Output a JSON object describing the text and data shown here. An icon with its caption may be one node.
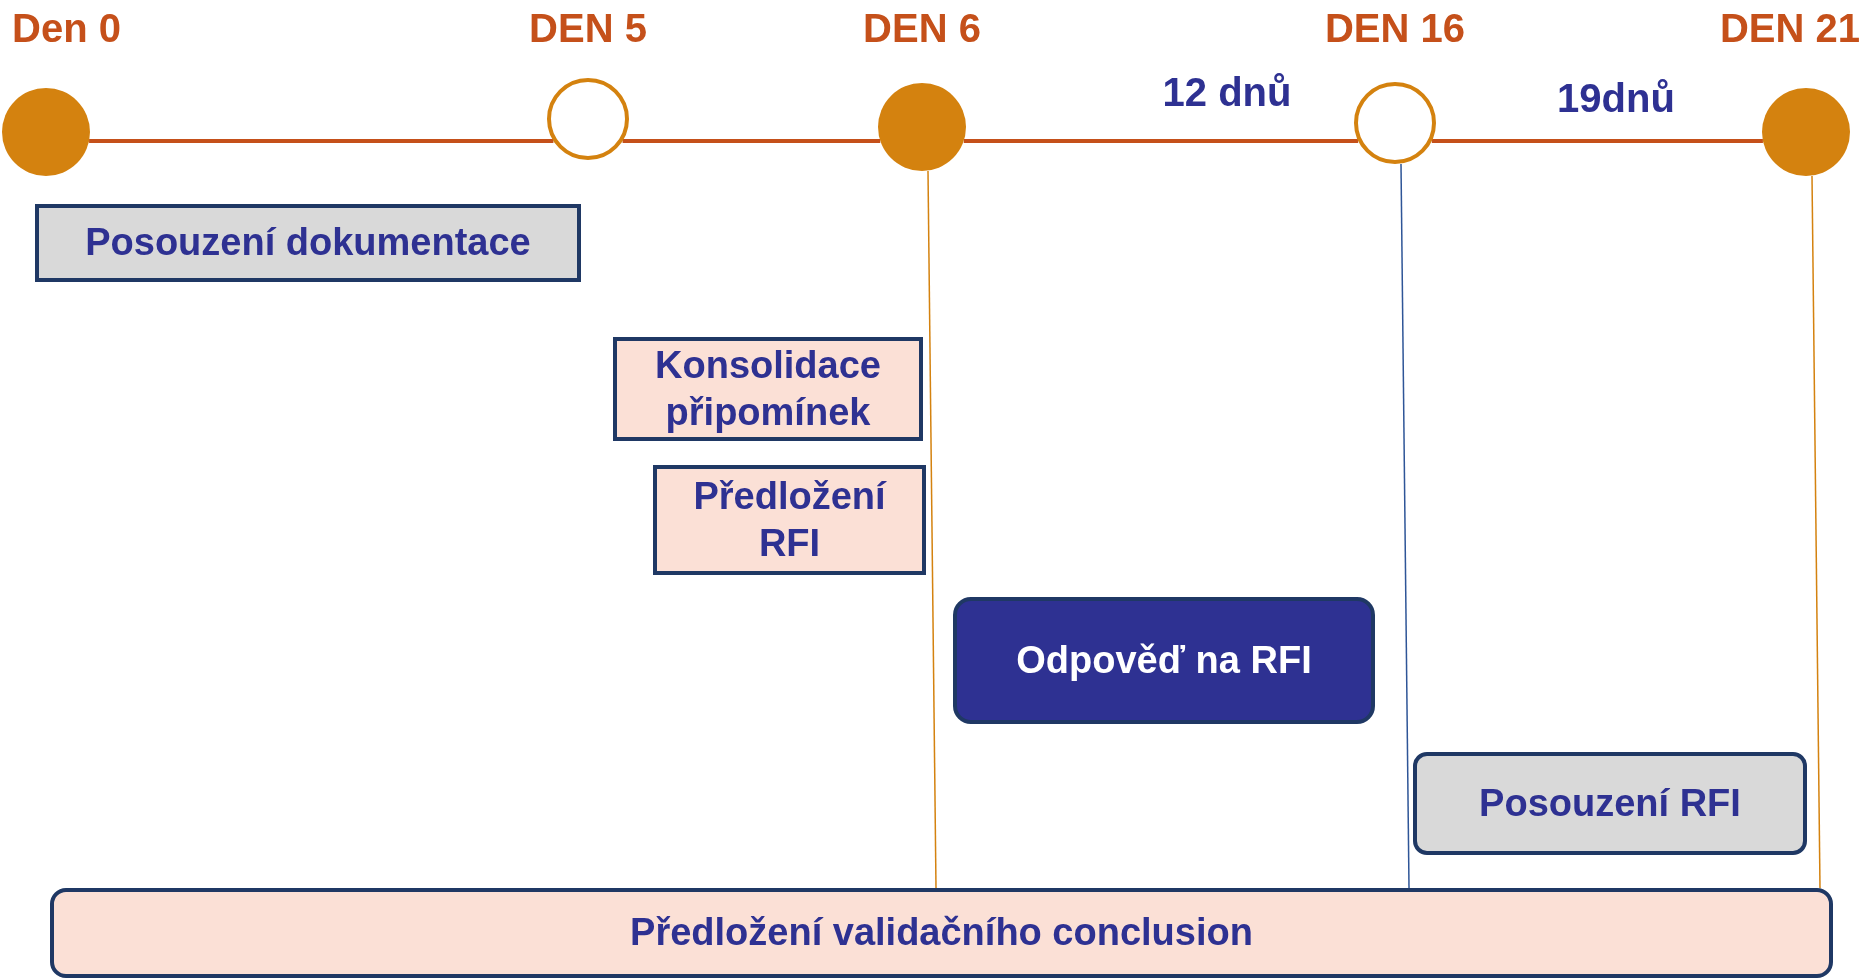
{
  "diagram": {
    "nodes": [
      {
        "text": [
          "Den 0"
        ]
      },
      {
        "text": [
          "DEN 5"
        ]
      },
      {
        "text": [
          "DEN 6"
        ]
      },
      {
        "text": [
          "DEN 16"
        ]
      },
      {
        "text": [
          "DEN 21"
        ]
      },
      {
        "text": [
          "Posouzení dokumentace"
        ]
      },
      {
        "text": [
          "Konsolidace připomínek"
        ]
      },
      {
        "text": [
          "Předložení RFI"
        ]
      },
      {
        "text": [
          "Odpověď na RFI"
        ]
      },
      {
        "text": [
          "Posouzení RFI"
        ]
      },
      {
        "text": [
          "Předložení validačního conclusion"
        ]
      }
    ],
    "edges": [
      {
        "from": 0,
        "to": 1,
        "arrow": "none"
      },
      {
        "from": 1,
        "to": 2,
        "arrow": "none"
      },
      {
        "from": 2,
        "to": 3,
        "arrow": "none",
        "label": "12 dnů"
      },
      {
        "from": 3,
        "to": 4,
        "arrow": "none",
        "label": "19dnů"
      },
      {
        "from": 2,
        "to": 10,
        "arrow": "none",
        "color": "#d4820f"
      },
      {
        "from": 3,
        "to": 10,
        "arrow": "none",
        "color": "#2e5597"
      },
      {
        "from": 4,
        "to": 10,
        "arrow": "none",
        "color": "#d4820f"
      }
    ]
  }
}
